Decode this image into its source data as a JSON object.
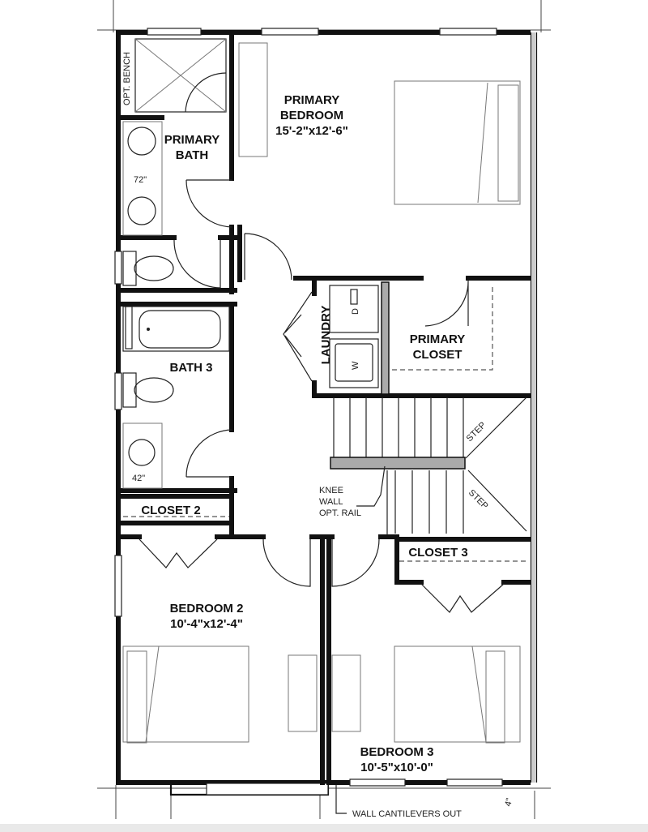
{
  "rooms": {
    "primary_bedroom": {
      "name_line1": "PRIMARY",
      "name_line2": "BEDROOM",
      "size": "15'-2\"x12'-6\""
    },
    "primary_bath": {
      "name_line1": "PRIMARY",
      "name_line2": "BATH"
    },
    "laundry": {
      "name": "LAUNDRY"
    },
    "primary_closet": {
      "name_line1": "PRIMARY",
      "name_line2": "CLOSET"
    },
    "bath3": {
      "name": "BATH 3"
    },
    "closet2": {
      "name": "CLOSET 2"
    },
    "closet3": {
      "name": "CLOSET 3"
    },
    "bedroom2": {
      "name": "BEDROOM 2",
      "size": "10'-4\"x12'-4\""
    },
    "bedroom3": {
      "name": "BEDROOM 3",
      "size": "10'-5\"x10'-0\""
    }
  },
  "annotations": {
    "opt_bench": "OPT. BENCH",
    "vanity_primary": "72\"",
    "vanity_bath3": "42\"",
    "dryer": "D",
    "washer": "W",
    "step_upper": "STEP",
    "step_lower": "STEP",
    "knee_wall_1": "KNEE",
    "knee_wall_2": "WALL",
    "knee_wall_3": "OPT. RAIL",
    "cantilever": "WALL CANTILEVERS OUT",
    "dim_4in": "4\""
  }
}
